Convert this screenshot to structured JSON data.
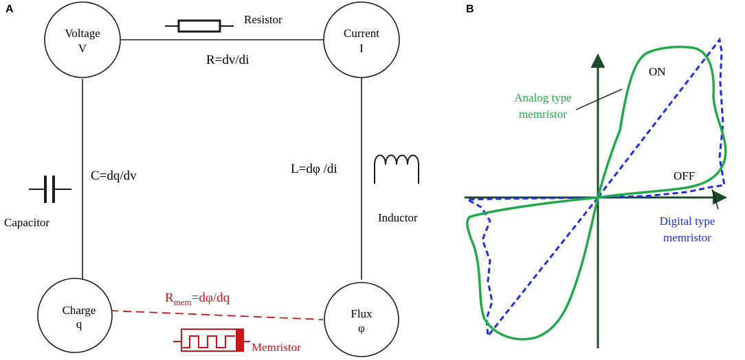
{
  "panel_a": {
    "label": "A",
    "nodes": {
      "voltage": {
        "name": "Voltage",
        "symbol": "V"
      },
      "current": {
        "name": "Current",
        "symbol": "I"
      },
      "charge": {
        "name": "Charge",
        "symbol": "q"
      },
      "flux": {
        "name": "Flux",
        "symbol": "φ"
      }
    },
    "resistor": {
      "label": "Resistor",
      "equation": "R=dv/di"
    },
    "capacitor": {
      "label": "Capacitor",
      "equation": "C=dq/dv"
    },
    "inductor": {
      "label": "Inductor",
      "equation": "L=dφ /di"
    },
    "memristor": {
      "label": "Memristor",
      "equation_lhs": "R",
      "equation_sub": "mem",
      "equation_rhs": "=dφ/dq",
      "color": "#d0121b"
    }
  },
  "panel_b": {
    "label": "B",
    "on_label": "ON",
    "off_label": "OFF",
    "analog": {
      "line1": "Analog type",
      "line2": "memristor",
      "color": "#22a94a"
    },
    "digital": {
      "line1": "Digital type",
      "line2": "memristor",
      "color": "#1f2ee0"
    },
    "axis_color": "#1b4b2a"
  }
}
